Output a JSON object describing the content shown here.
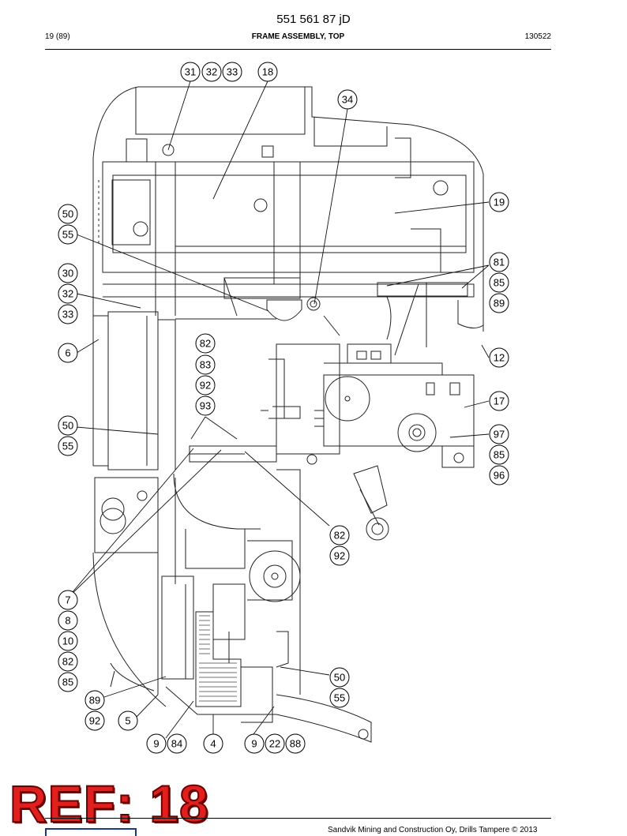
{
  "header": {
    "doc_number": "551 561 87 jD",
    "page": "19 (89)",
    "title": "FRAME ASSEMBLY, TOP",
    "date_code": "130522"
  },
  "reference_stamp": "REF: 18",
  "footer": {
    "copyright": "Sandvik Mining and Construction Oy, Drills Tampere © 2013"
  },
  "callouts": [
    {
      "id": "c31a",
      "label": "31"
    },
    {
      "id": "c32a",
      "label": "32"
    },
    {
      "id": "c33a",
      "label": "33"
    },
    {
      "id": "c18",
      "label": "18"
    },
    {
      "id": "c34",
      "label": "34"
    },
    {
      "id": "c19",
      "label": "19"
    },
    {
      "id": "c50a",
      "label": "50"
    },
    {
      "id": "c55a",
      "label": "55"
    },
    {
      "id": "c30",
      "label": "30"
    },
    {
      "id": "c32b",
      "label": "32"
    },
    {
      "id": "c33b",
      "label": "33"
    },
    {
      "id": "c81",
      "label": "81"
    },
    {
      "id": "c85a",
      "label": "85"
    },
    {
      "id": "c89a",
      "label": "89"
    },
    {
      "id": "c6",
      "label": "6"
    },
    {
      "id": "c82a",
      "label": "82"
    },
    {
      "id": "c83",
      "label": "83"
    },
    {
      "id": "c92a",
      "label": "92"
    },
    {
      "id": "c93",
      "label": "93"
    },
    {
      "id": "c12",
      "label": "12"
    },
    {
      "id": "c17",
      "label": "17"
    },
    {
      "id": "c50b",
      "label": "50"
    },
    {
      "id": "c55b",
      "label": "55"
    },
    {
      "id": "c97",
      "label": "97"
    },
    {
      "id": "c85b",
      "label": "85"
    },
    {
      "id": "c96",
      "label": "96"
    },
    {
      "id": "c82b",
      "label": "82"
    },
    {
      "id": "c92b",
      "label": "92"
    },
    {
      "id": "c7",
      "label": "7"
    },
    {
      "id": "c8",
      "label": "8"
    },
    {
      "id": "c10",
      "label": "10"
    },
    {
      "id": "c82c",
      "label": "82"
    },
    {
      "id": "c85c",
      "label": "85"
    },
    {
      "id": "c89b",
      "label": "89"
    },
    {
      "id": "c92c",
      "label": "92"
    },
    {
      "id": "c5",
      "label": "5"
    },
    {
      "id": "c50c",
      "label": "50"
    },
    {
      "id": "c55c",
      "label": "55"
    },
    {
      "id": "c9a",
      "label": "9"
    },
    {
      "id": "c84",
      "label": "84"
    },
    {
      "id": "c4",
      "label": "4"
    },
    {
      "id": "c9b",
      "label": "9"
    },
    {
      "id": "c22",
      "label": "22"
    },
    {
      "id": "c88",
      "label": "88"
    }
  ]
}
